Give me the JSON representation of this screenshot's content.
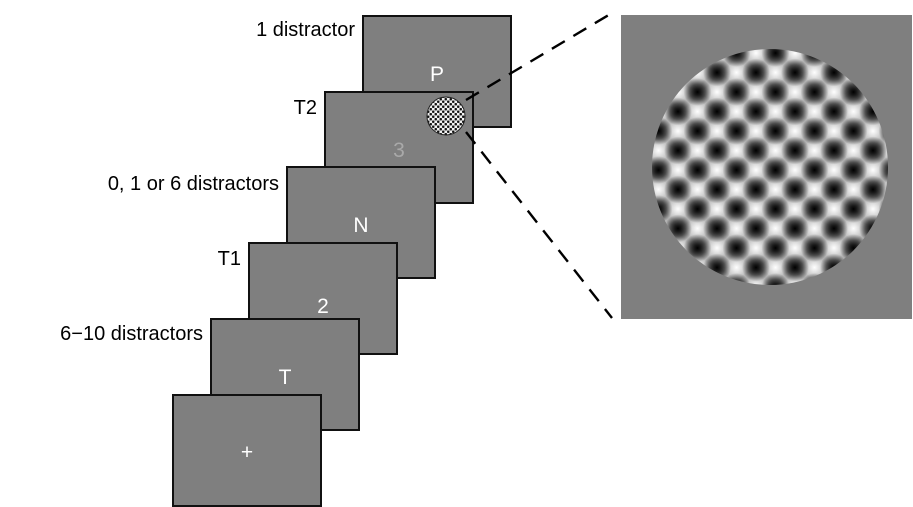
{
  "sequence": {
    "fixation_symbol": "+",
    "frames": [
      {
        "letter": "+"
      },
      {
        "letter": "T"
      },
      {
        "letter": "2"
      },
      {
        "letter": "N"
      },
      {
        "letter": "3"
      },
      {
        "letter": "P"
      }
    ],
    "labels": {
      "distractors_early": "6−10 distractors",
      "t1": "T1",
      "distractors_mid": "0, 1 or 6 distractors",
      "t2": "T2",
      "distractor_late": "1 distractor"
    }
  },
  "colors": {
    "screen_gray": "#7f7f7f",
    "frame_border": "#111111",
    "letter_white": "#ffffff",
    "t2_digit_gray": "#a9a9a9"
  }
}
